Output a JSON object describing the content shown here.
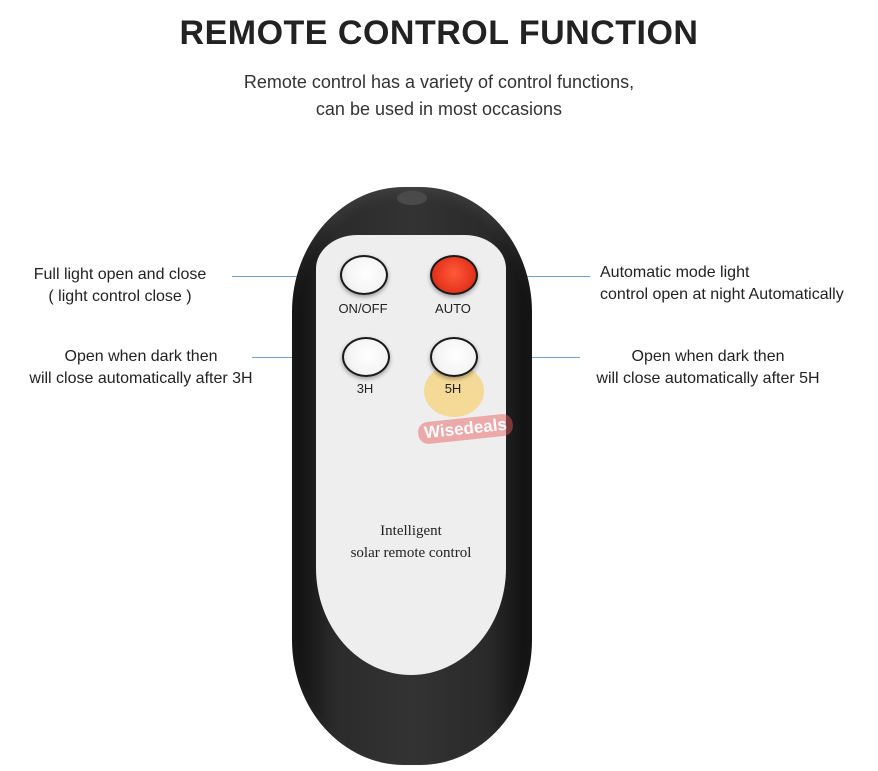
{
  "header": {
    "title": "REMOTE CONTROL FUNCTION",
    "subtitle_line1": "Remote control has a variety of control functions,",
    "subtitle_line2": "can be used in most occasions"
  },
  "annotations": {
    "onoff_line1": "Full light open and close",
    "onoff_line2": "( light control close )",
    "auto_line1": "Automatic mode light",
    "auto_line2": "control open at night Automatically",
    "h3_line1": "Open when dark then",
    "h3_line2": "will close automatically after 3H",
    "h5_line1": "Open when dark then",
    "h5_line2": "will close automatically after 5H"
  },
  "remote": {
    "buttons": {
      "onoff": "ON/OFF",
      "auto": "AUTO",
      "h3": "3H",
      "h5": "5H"
    },
    "label_line1": "Intelligent",
    "label_line2": "solar remote control"
  },
  "watermark": "Wisedeals",
  "colors": {
    "auto_button": "#e8371f",
    "remote_body": "#2b2b2b",
    "remote_face": "#eeeeee",
    "leader_line": "#7a9ec4"
  }
}
